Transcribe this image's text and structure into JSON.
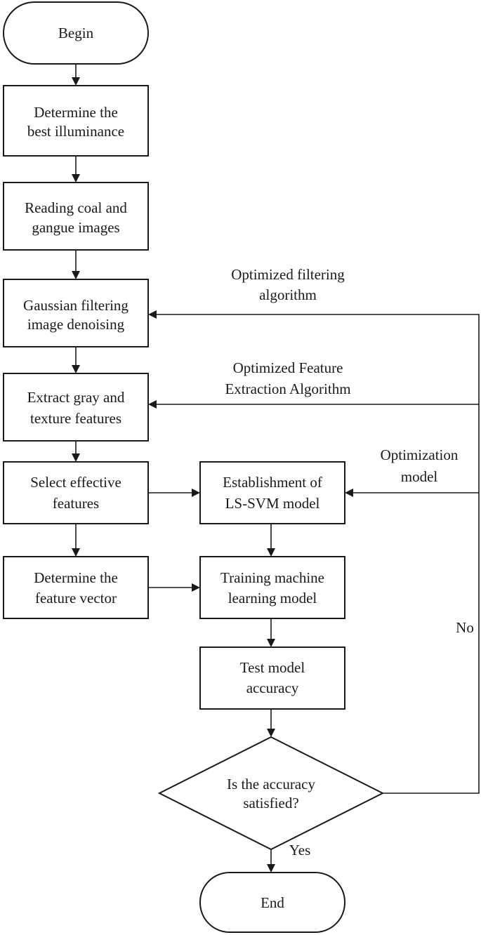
{
  "nodes": {
    "begin": "Begin",
    "illuminance": [
      "Determine the",
      "best illuminance"
    ],
    "reading": [
      "Reading coal and",
      "gangue images"
    ],
    "gaussian": [
      "Gaussian filtering",
      "image denoising"
    ],
    "extract": [
      "Extract gray and",
      "texture features"
    ],
    "select": [
      "Select effective",
      "features"
    ],
    "vector": [
      "Determine the",
      "feature vector"
    ],
    "lssvm": [
      "Establishment of",
      "LS-SVM model"
    ],
    "training": [
      "Training machine",
      "learning model"
    ],
    "test": [
      "Test model",
      "accuracy"
    ],
    "decision": [
      "Is the accuracy",
      "satisfied?"
    ],
    "end": "End"
  },
  "edge_labels": {
    "opt_filter": [
      "Optimized filtering",
      "algorithm"
    ],
    "opt_feature": [
      "Optimized Feature",
      "Extraction Algorithm"
    ],
    "opt_model": [
      "Optimization",
      "model"
    ],
    "no": "No",
    "yes": "Yes"
  }
}
